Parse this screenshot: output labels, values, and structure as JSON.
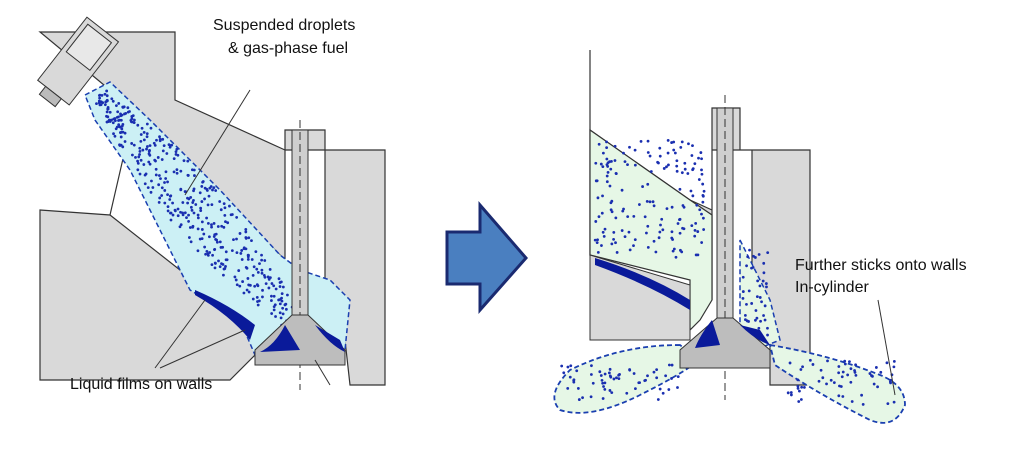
{
  "labels": {
    "suspended_line1": "Suspended droplets",
    "suspended_line2": "& gas-phase fuel",
    "liquid_films": "Liquid films on walls",
    "further_line1": "Further sticks onto walls",
    "further_line2": "In-cylinder"
  },
  "colors": {
    "wall_gray": "#d9d9d9",
    "spray_fill": "#ccf0f5",
    "spray_fill_right": "#e6f7e6",
    "droplet": "#1a2fb0",
    "film": "#0a1a9a",
    "arrow_fill": "#4a7fc0",
    "arrow_stroke": "#1a2a70"
  }
}
